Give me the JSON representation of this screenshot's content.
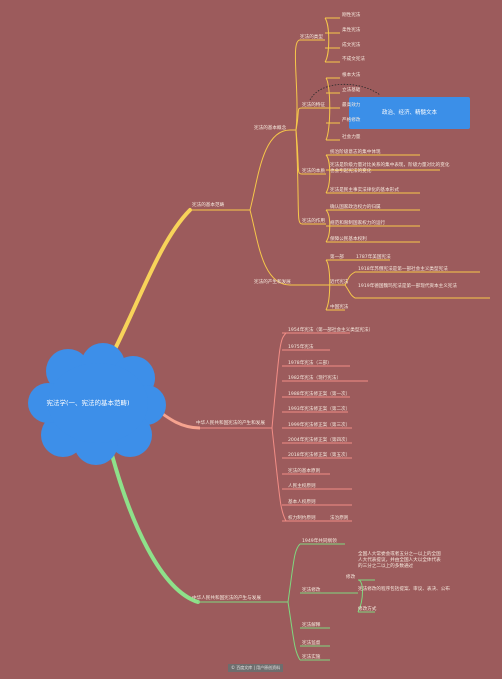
{
  "root": {
    "label": "宪法学(一、宪法的基本范畴)"
  },
  "callout": {
    "label": "政治、经济、精髓文本"
  },
  "footer": {
    "label": "© 百度文库 | 用户原创资料"
  },
  "branches": {
    "concept": {
      "label": "宪法的基本范畴",
      "sub1": {
        "label": "宪法的基本概念",
        "types": {
          "label": "宪法的类型",
          "items": [
            "刚性宪法",
            "柔性宪法",
            "成文宪法",
            "不成文宪法"
          ]
        },
        "features": {
          "label": "宪法的特征",
          "items": [
            "根本大法",
            "立法基础",
            "最高效力",
            "严格修改",
            "社会力量"
          ]
        },
        "essence": {
          "label": "宪法的本质",
          "items": [
            "统治阶级意志的集中体现",
            "宪法是阶级力量对比关系的集中表现，阶级力量对比的变化也会引起宪法的变化",
            "宪法是民主事实法律化的基本形式"
          ]
        },
        "function": {
          "label": "宪法的作用",
          "items": [
            "确认国家政治权力的归属",
            "规范和限制国家权力的运行",
            "保障公民基本权利"
          ]
        }
      },
      "sub2": {
        "label": "宪法的产生和发展",
        "first": {
          "label": "第一部",
          "value": "1787年美国宪法"
        },
        "modern": {
          "label": "近代宪法",
          "items": [
            "1918年苏俄宪法是第一部社会主义类型宪法",
            "1919年德国魏玛宪法是第一部现代资本主义宪法"
          ]
        },
        "china": {
          "label": "中国宪法"
        }
      }
    },
    "development": {
      "label": "中华人民共和国宪法的产生和发展",
      "items": [
        "1954年宪法（第一部社会主义类型宪法）",
        "1975年宪法",
        "1978年宪法（三部）",
        "1982年宪法（现行宪法）",
        "1988年宪法修正案（第一次）",
        "1993年宪法修正案（第二次）",
        "1999年宪法修正案（第三次）",
        "2004年宪法修正案（第四次）",
        "2018年宪法修正案（第五次）",
        "宪法的基本原则",
        "人民主权原则",
        "基本人权原则",
        "权力制约原则",
        "法治原则"
      ]
    },
    "history": {
      "label": "中华人民共和国宪法的产生与发展",
      "top": "1949年共同纲领",
      "amend": {
        "label": "宪法修改",
        "detail": {
          "label": "修改",
          "items": [
            "全国人大常委会或者五分之一以上的全国人大代表提议，并由全国人大以全体代表的三分之二以上的多数通过",
            "宪法修改的程序包括提案、审议、表决、公布",
            "修改方式"
          ]
        }
      },
      "interpret": "宪法解释",
      "supervise": "宪法监督",
      "sunken": "宪法实施"
    }
  }
}
